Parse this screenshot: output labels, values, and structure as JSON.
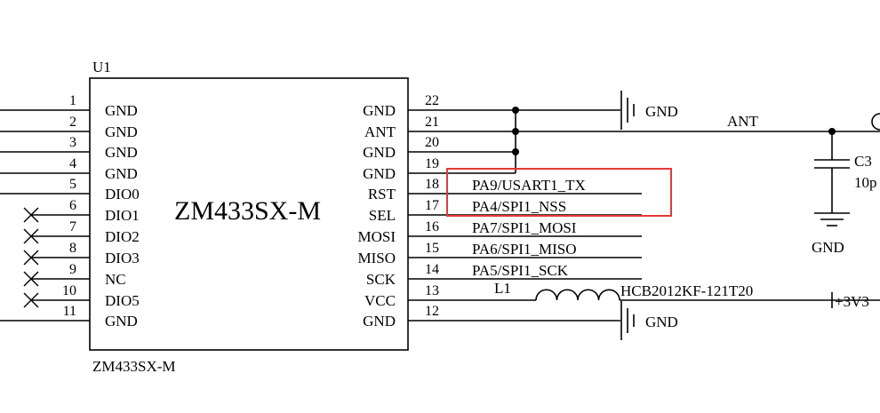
{
  "component": {
    "designator": "U1",
    "part_name": "ZM433SX-M",
    "footprint": "ZM433SX-M"
  },
  "left_pins": [
    {
      "num": "1",
      "name": "GND"
    },
    {
      "num": "2",
      "name": "GND"
    },
    {
      "num": "3",
      "name": "GND"
    },
    {
      "num": "4",
      "name": "GND"
    },
    {
      "num": "5",
      "name": "DIO0"
    },
    {
      "num": "6",
      "name": "DIO1"
    },
    {
      "num": "7",
      "name": "DIO2"
    },
    {
      "num": "8",
      "name": "DIO3"
    },
    {
      "num": "9",
      "name": "NC"
    },
    {
      "num": "10",
      "name": "DIO5"
    },
    {
      "num": "11",
      "name": "GND"
    }
  ],
  "right_pins": [
    {
      "num": "22",
      "name": "GND"
    },
    {
      "num": "21",
      "name": "ANT"
    },
    {
      "num": "20",
      "name": "GND"
    },
    {
      "num": "19",
      "name": "GND"
    },
    {
      "num": "18",
      "name": "RST"
    },
    {
      "num": "17",
      "name": "SEL"
    },
    {
      "num": "16",
      "name": "MOSI"
    },
    {
      "num": "15",
      "name": "MISO"
    },
    {
      "num": "14",
      "name": "SCK"
    },
    {
      "num": "13",
      "name": "VCC"
    },
    {
      "num": "12",
      "name": "GND"
    }
  ],
  "net_labels": {
    "pin18": "PA9/USART1_TX",
    "pin17": "PA4/SPI1_NSS",
    "pin16": "PA7/SPI1_MOSI",
    "pin15": "PA6/SPI1_MISO",
    "pin14": "PA5/SPI1_SCK",
    "ant": "ANT",
    "gnd_top": "GND",
    "gnd_bottom": "GND",
    "gnd_cap": "GND",
    "power": "+3V3"
  },
  "inductor": {
    "designator": "L1",
    "part": "HCB2012KF-121T20"
  },
  "capacitor": {
    "designator": "C3",
    "value": "10p"
  },
  "highlight": {
    "color": "#e53935"
  }
}
